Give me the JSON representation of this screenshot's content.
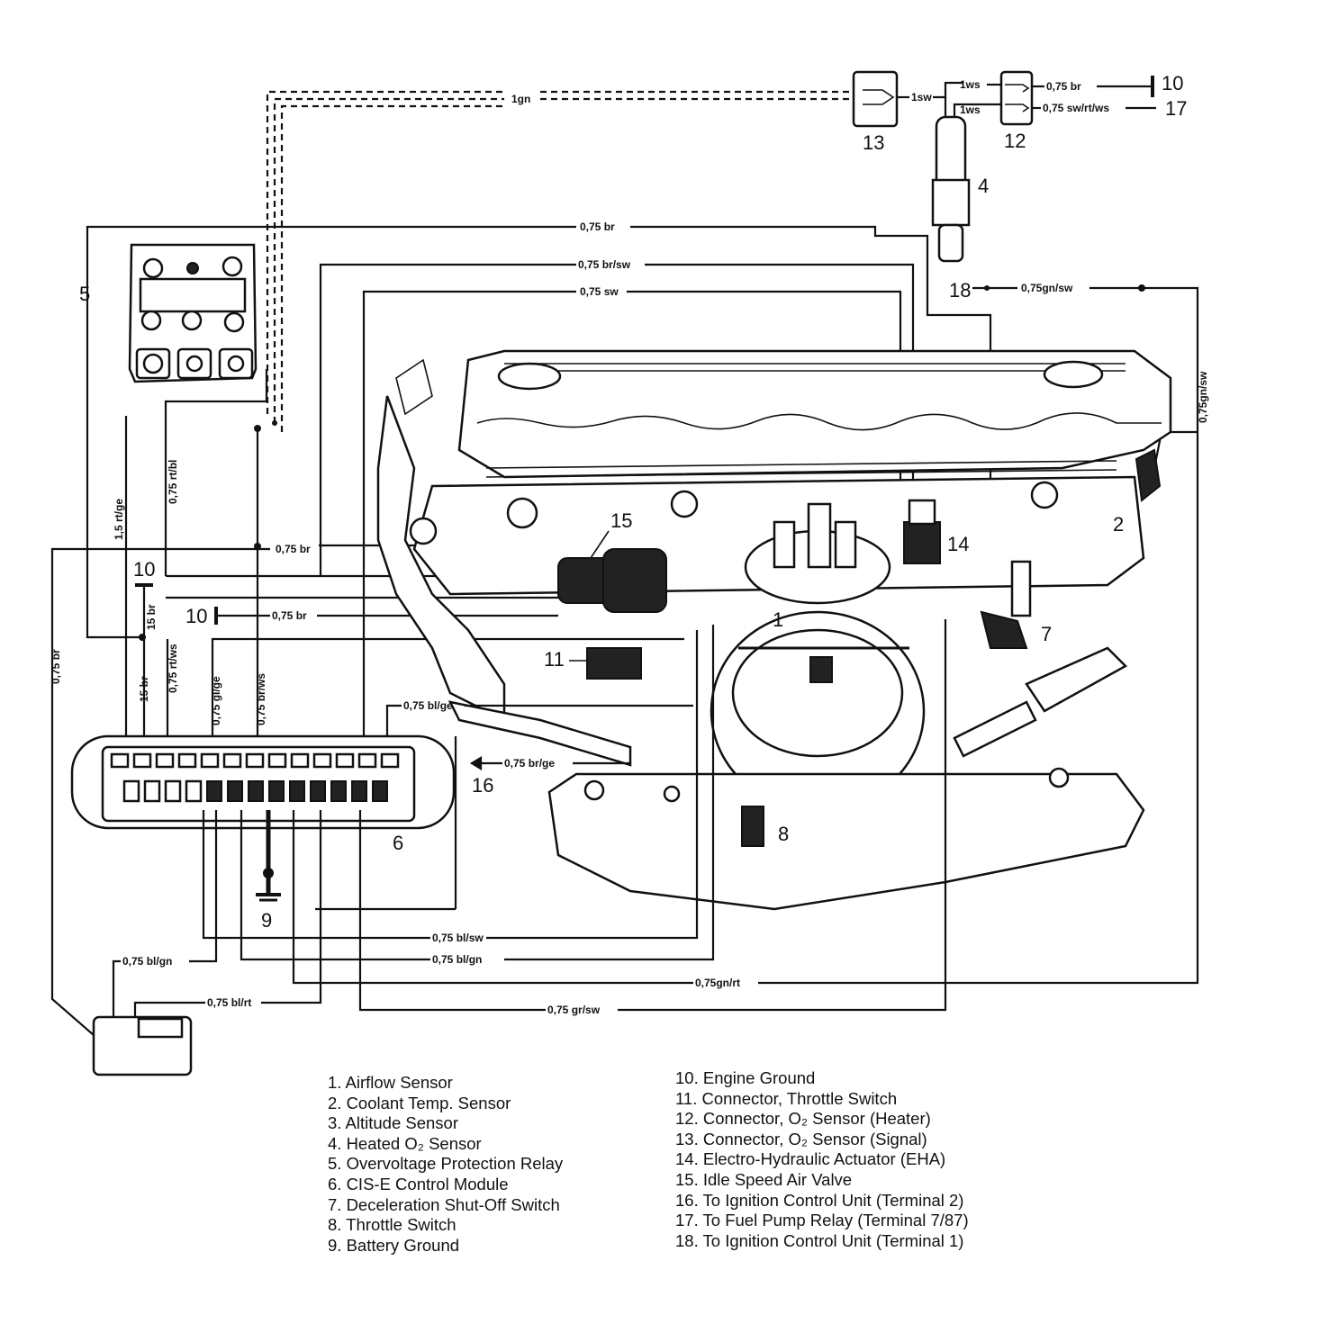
{
  "wire_labels": {
    "w1gn": "1gn",
    "w1sw": "1sw",
    "w1ws_a": "1ws",
    "w1ws_b": "1ws",
    "w075br_top": "0,75 br",
    "w075swrtws": "0,75 sw/rt/ws",
    "w075br_long": "0,75 br",
    "w075brsw": "0,75 br/sw",
    "w075sw": "0,75 sw",
    "w075gnsw": "0,75gn/sw",
    "w075gnsw_v": "0,75gn/sw",
    "w15rtge": "1,5 rt/ge",
    "w075rtbl": "0,75 rt/bl",
    "w075br_mid": "0,75 br",
    "w15br_v": "15 br",
    "w075br_gnd": "0,75 br",
    "w15br_b": "15 br",
    "w075rtws": "0,75 rt/ws",
    "w075glge": "0,75 gl/ge",
    "w075brws": "0,75 br/ws",
    "w075blge": "0,75 bl/ge",
    "w075brge": "0,75 br/ge",
    "w075br_left": "0,75 br",
    "w075blsw": "0,75 bl/sw",
    "w075blgn_a": "0,75 bl/gn",
    "w075blgn_b": "0,75 bl/gn",
    "w075gnrt": "0,75gn/rt",
    "w075blrt": "0,75 bl/rt",
    "w075grsw": "0,75 gr/sw"
  },
  "callouts": {
    "c10_top": "10",
    "c17_top": "17",
    "c13": "13",
    "c12": "12",
    "c4": "4",
    "c18": "18",
    "c5": "5",
    "c10_left": "10",
    "c10_mid": "10",
    "c15": "15",
    "c14": "14",
    "c2": "2",
    "c7": "7",
    "c11": "11",
    "c1": "1",
    "c16": "16",
    "c6": "6",
    "c8": "8",
    "c9": "9"
  },
  "legend": {
    "left": [
      "1. Airflow Sensor",
      "2. Coolant Temp. Sensor",
      "3. Altitude Sensor",
      "4. Heated O₂ Sensor",
      "5. Overvoltage Protection Relay",
      "6. CIS-E Control Module",
      "7. Deceleration Shut-Off Switch",
      "8. Throttle Switch",
      "9. Battery Ground"
    ],
    "right": [
      "10. Engine Ground",
      "11. Connector, Throttle Switch",
      "12. Connector, O₂ Sensor (Heater)",
      "13. Connector, O₂ Sensor (Signal)",
      "14. Electro-Hydraulic Actuator (EHA)",
      "15. Idle Speed Air Valve",
      "16. To Ignition Control Unit (Terminal 2)",
      "17. To Fuel Pump Relay (Terminal 7/87)",
      "18. To Ignition Control Unit (Terminal 1)"
    ]
  }
}
